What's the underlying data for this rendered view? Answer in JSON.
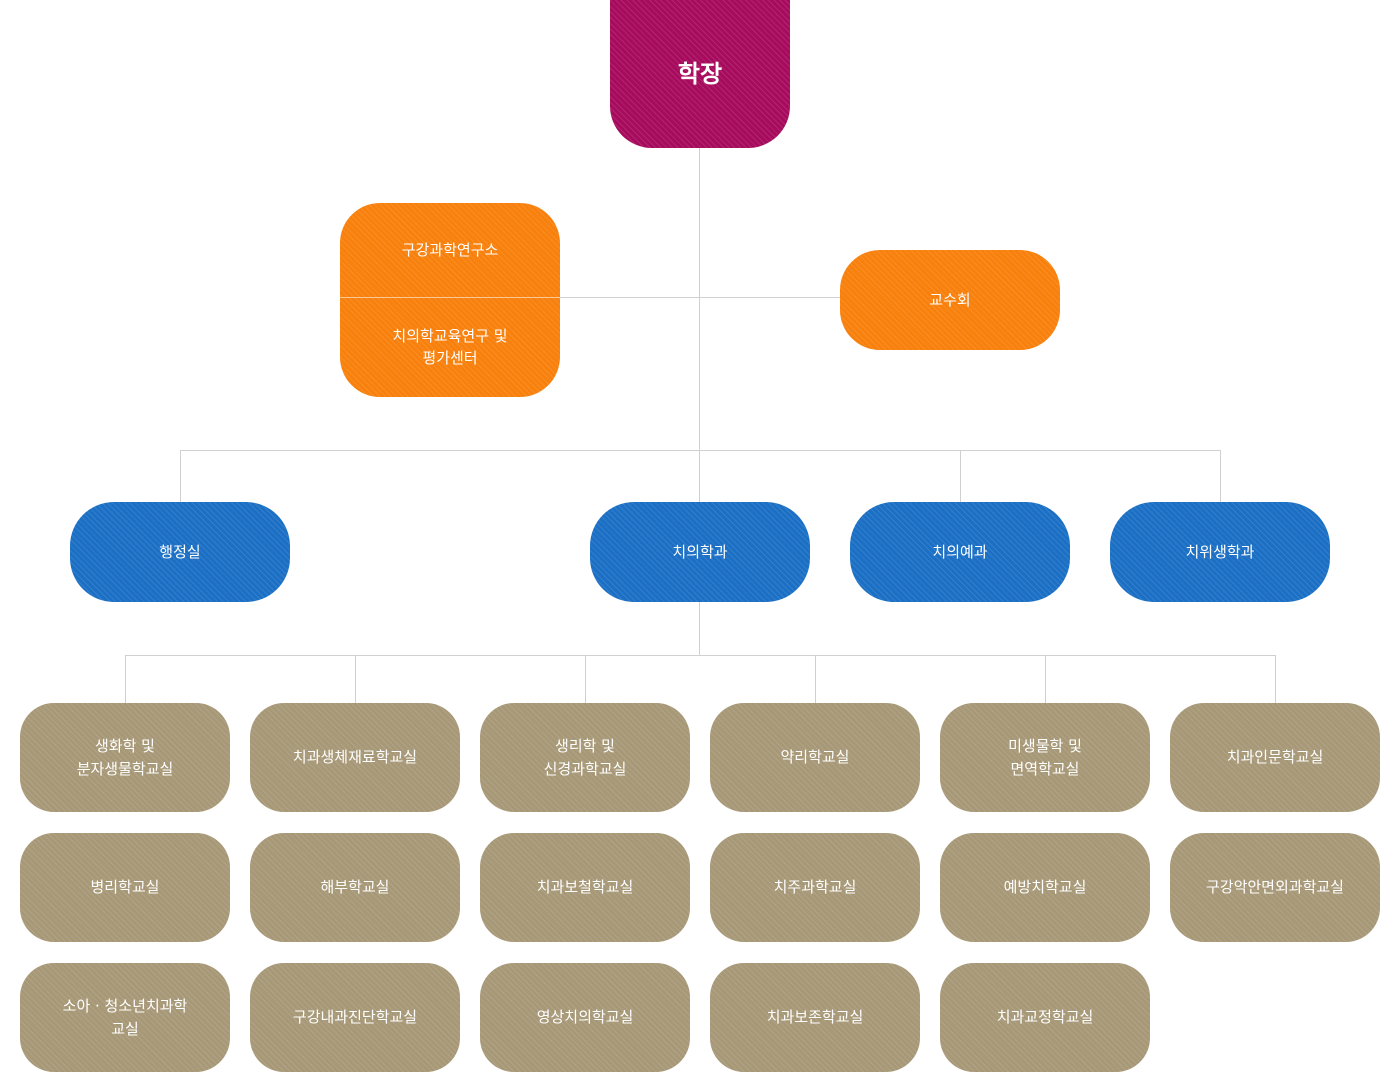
{
  "colors": {
    "root_bg": "#a70b5d",
    "orange_bg": "#f8800c",
    "blue_bg": "#1b6fc4",
    "dept_bg": "#a79877",
    "line": "#d0d0d0",
    "text": "#ffffff"
  },
  "root": {
    "label": "학장"
  },
  "institute": {
    "top_label": "구강과학연구소",
    "bottom_label": "치의학교육연구 및\n평가센터"
  },
  "council": {
    "label": "교수회"
  },
  "divisions": [
    {
      "label": "행정실"
    },
    {
      "label": "치의학과"
    },
    {
      "label": "치의예과"
    },
    {
      "label": "치위생학과"
    }
  ],
  "classrooms": [
    {
      "label": "생화학 및\n분자생물학교실"
    },
    {
      "label": "치과생체재료학교실"
    },
    {
      "label": "생리학 및\n신경과학교실"
    },
    {
      "label": "약리학교실"
    },
    {
      "label": "미생물학 및\n면역학교실"
    },
    {
      "label": "치과인문학교실"
    },
    {
      "label": "병리학교실"
    },
    {
      "label": "해부학교실"
    },
    {
      "label": "치과보철학교실"
    },
    {
      "label": "치주과학교실"
    },
    {
      "label": "예방치학교실"
    },
    {
      "label": "구강악안면외과학교실"
    },
    {
      "label": "소아 · 청소년치과학\n교실"
    },
    {
      "label": "구강내과진단학교실"
    },
    {
      "label": "영상치의학교실"
    },
    {
      "label": "치과보존학교실"
    },
    {
      "label": "치과교정학교실"
    }
  ]
}
